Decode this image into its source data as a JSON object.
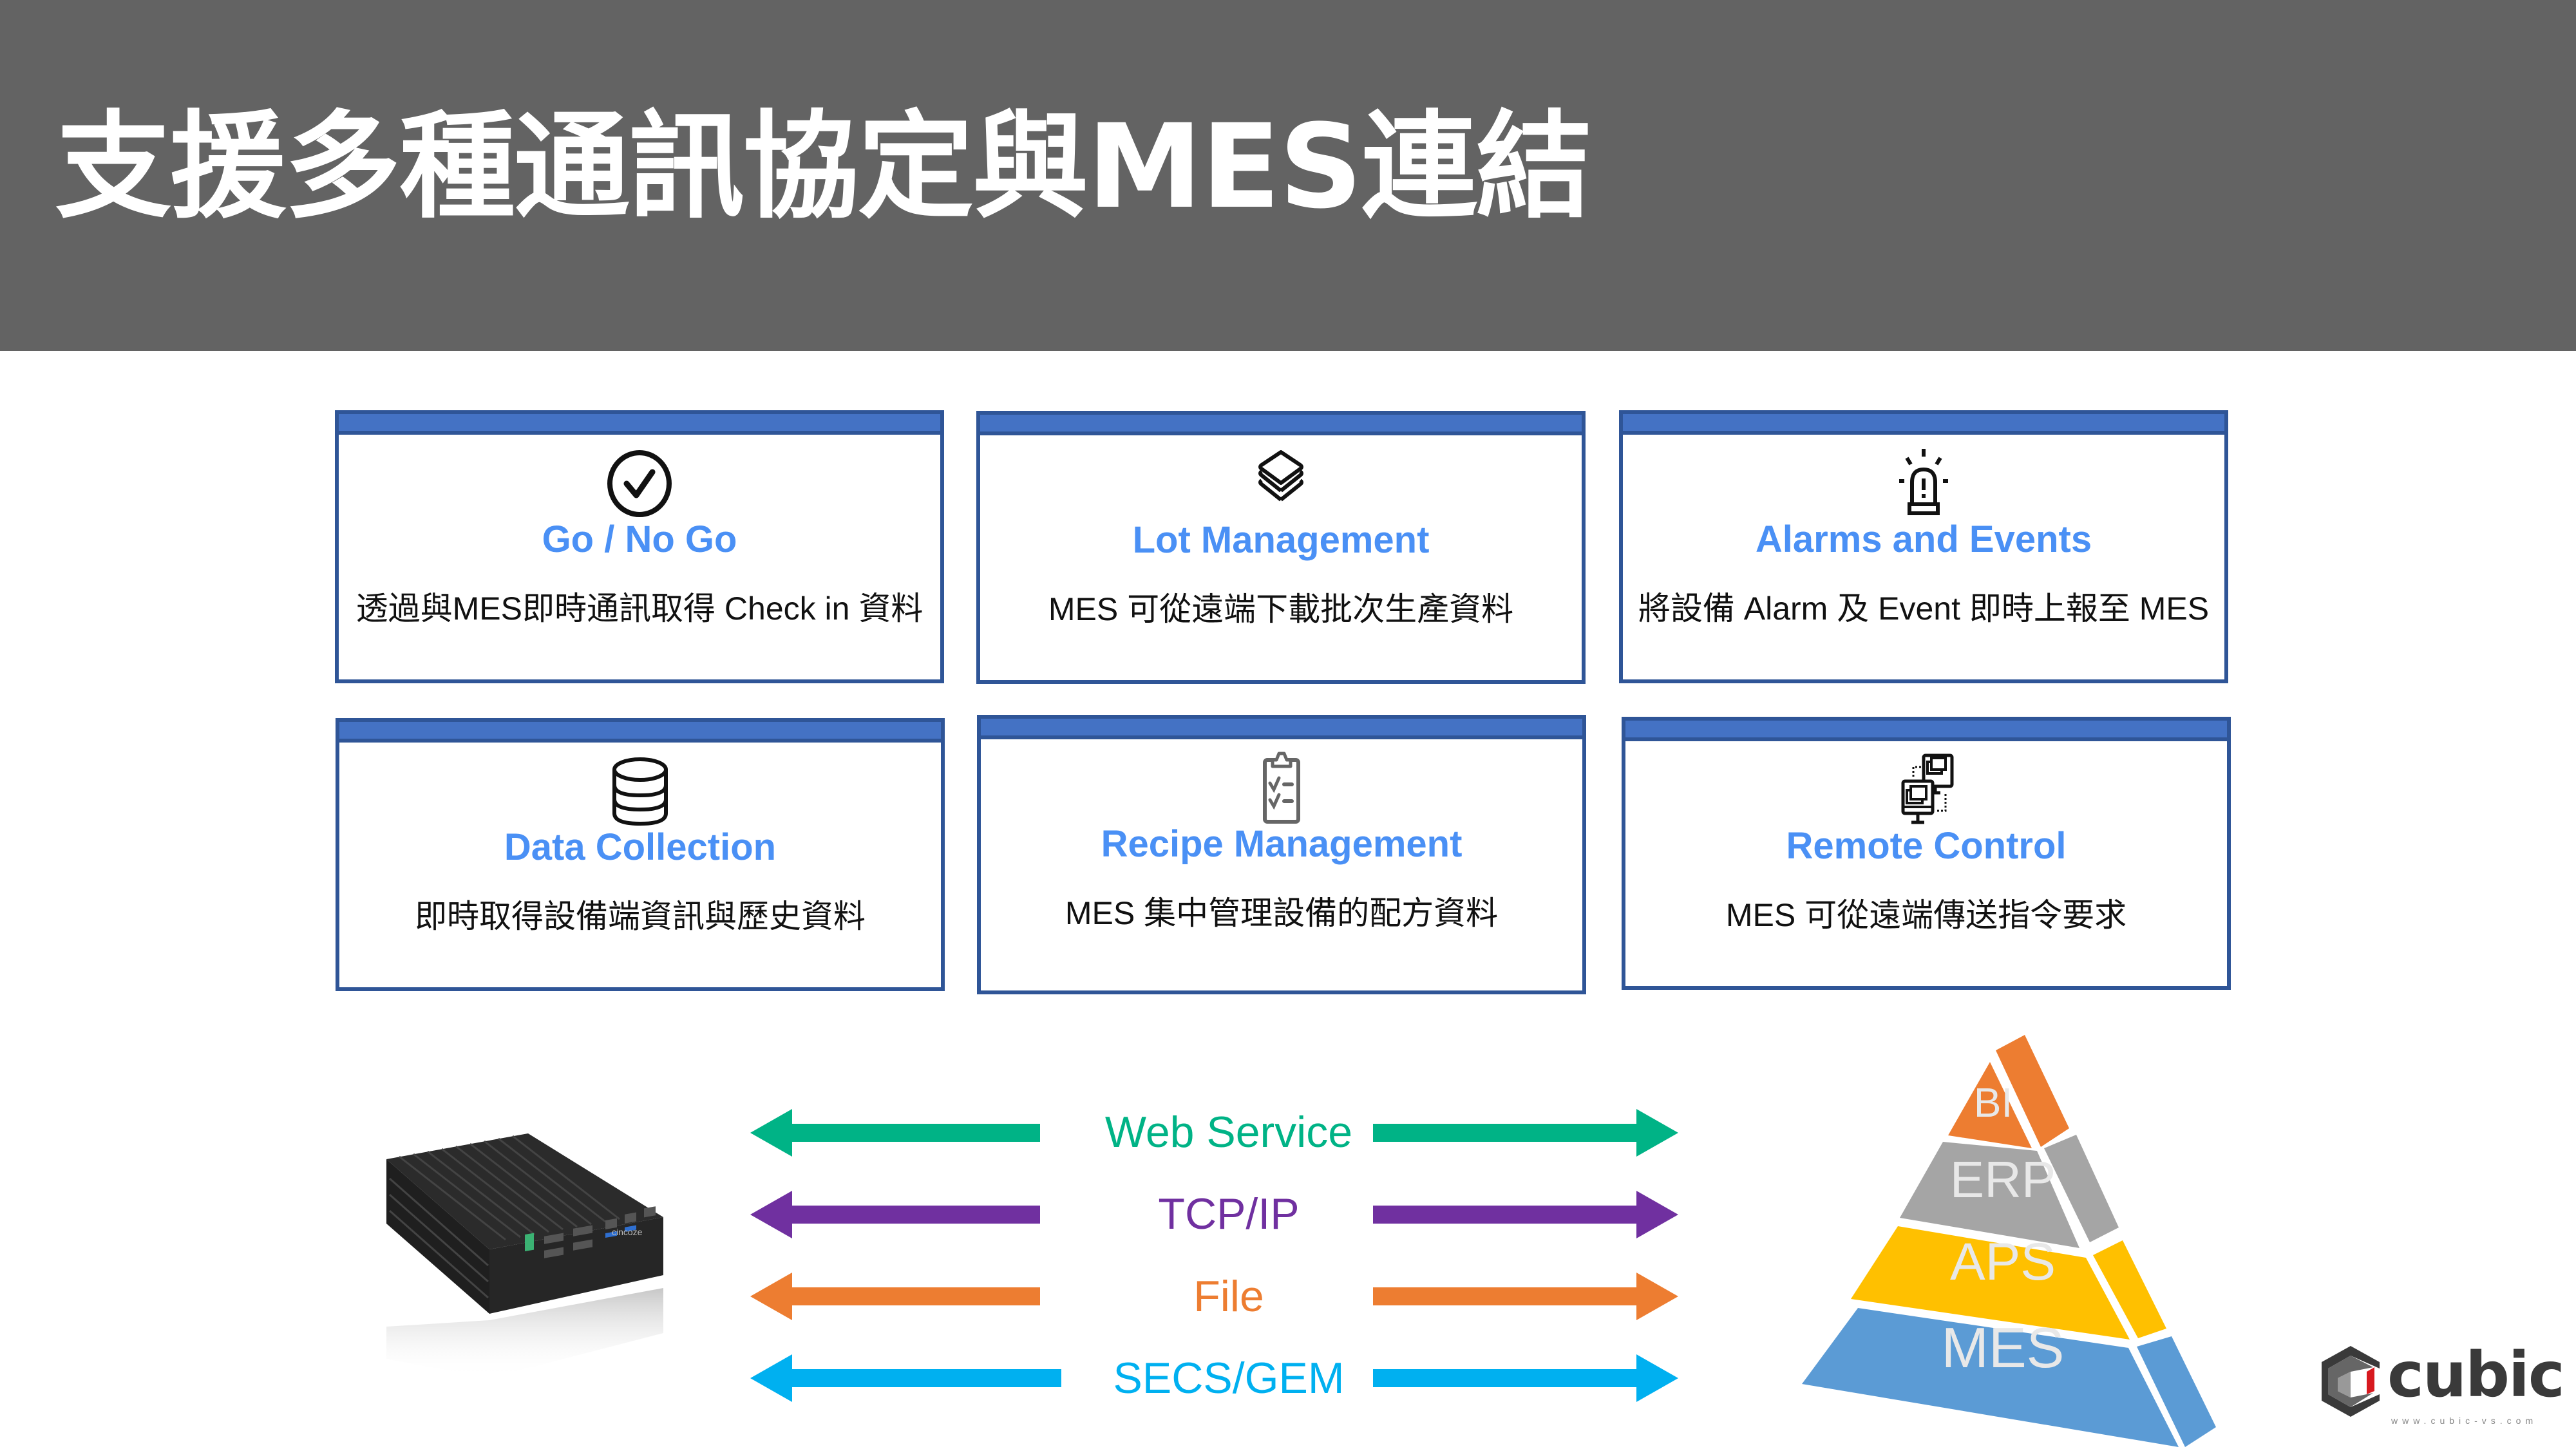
{
  "slide": {
    "title": "支援多種通訊協定與MES連結",
    "header_color": "#636363"
  },
  "cards": [
    {
      "icon": "check-circle-icon",
      "title": "Go / No Go",
      "description": "透過與MES即時通訊取得 Check in 資料"
    },
    {
      "icon": "layers-icon",
      "title": "Lot Management",
      "description": "MES 可從遠端下載批次生產資料"
    },
    {
      "icon": "alarm-siren-icon",
      "title": "Alarms and Events",
      "description": "將設備 Alarm 及 Event 即時上報至 MES"
    },
    {
      "icon": "database-icon",
      "title": "Data Collection",
      "description": "即時取得設備端資訊與歷史資料"
    },
    {
      "icon": "clipboard-checklist-icon",
      "title": "Recipe Management",
      "description": "MES 集中管理設備的配方資料"
    },
    {
      "icon": "remote-desktop-icon",
      "title": "Remote Control",
      "description": "MES 可從遠端傳送指令要求"
    }
  ],
  "protocols": [
    {
      "label": "Web Service",
      "color": "#00B386"
    },
    {
      "label": "TCP/IP",
      "color": "#7030A0"
    },
    {
      "label": "File",
      "color": "#ED7D31"
    },
    {
      "label": "SECS/GEM",
      "color": "#00B0F0"
    }
  ],
  "pyramid": {
    "levels": [
      {
        "label": "BI",
        "color": "#ED7D31"
      },
      {
        "label": "ERP",
        "color": "#A5A5A5"
      },
      {
        "label": "APS",
        "color": "#FFC000"
      },
      {
        "label": "MES",
        "color": "#5B9BD5"
      }
    ]
  },
  "device": {
    "brand_label": "cincoze"
  },
  "logo": {
    "word": "cubic",
    "url": "www.cubic-vs.com",
    "accent": "#D7191F"
  },
  "colors": {
    "card_border": "#2F5597",
    "card_bar": "#4472C4",
    "card_title": "#4A90F5"
  }
}
